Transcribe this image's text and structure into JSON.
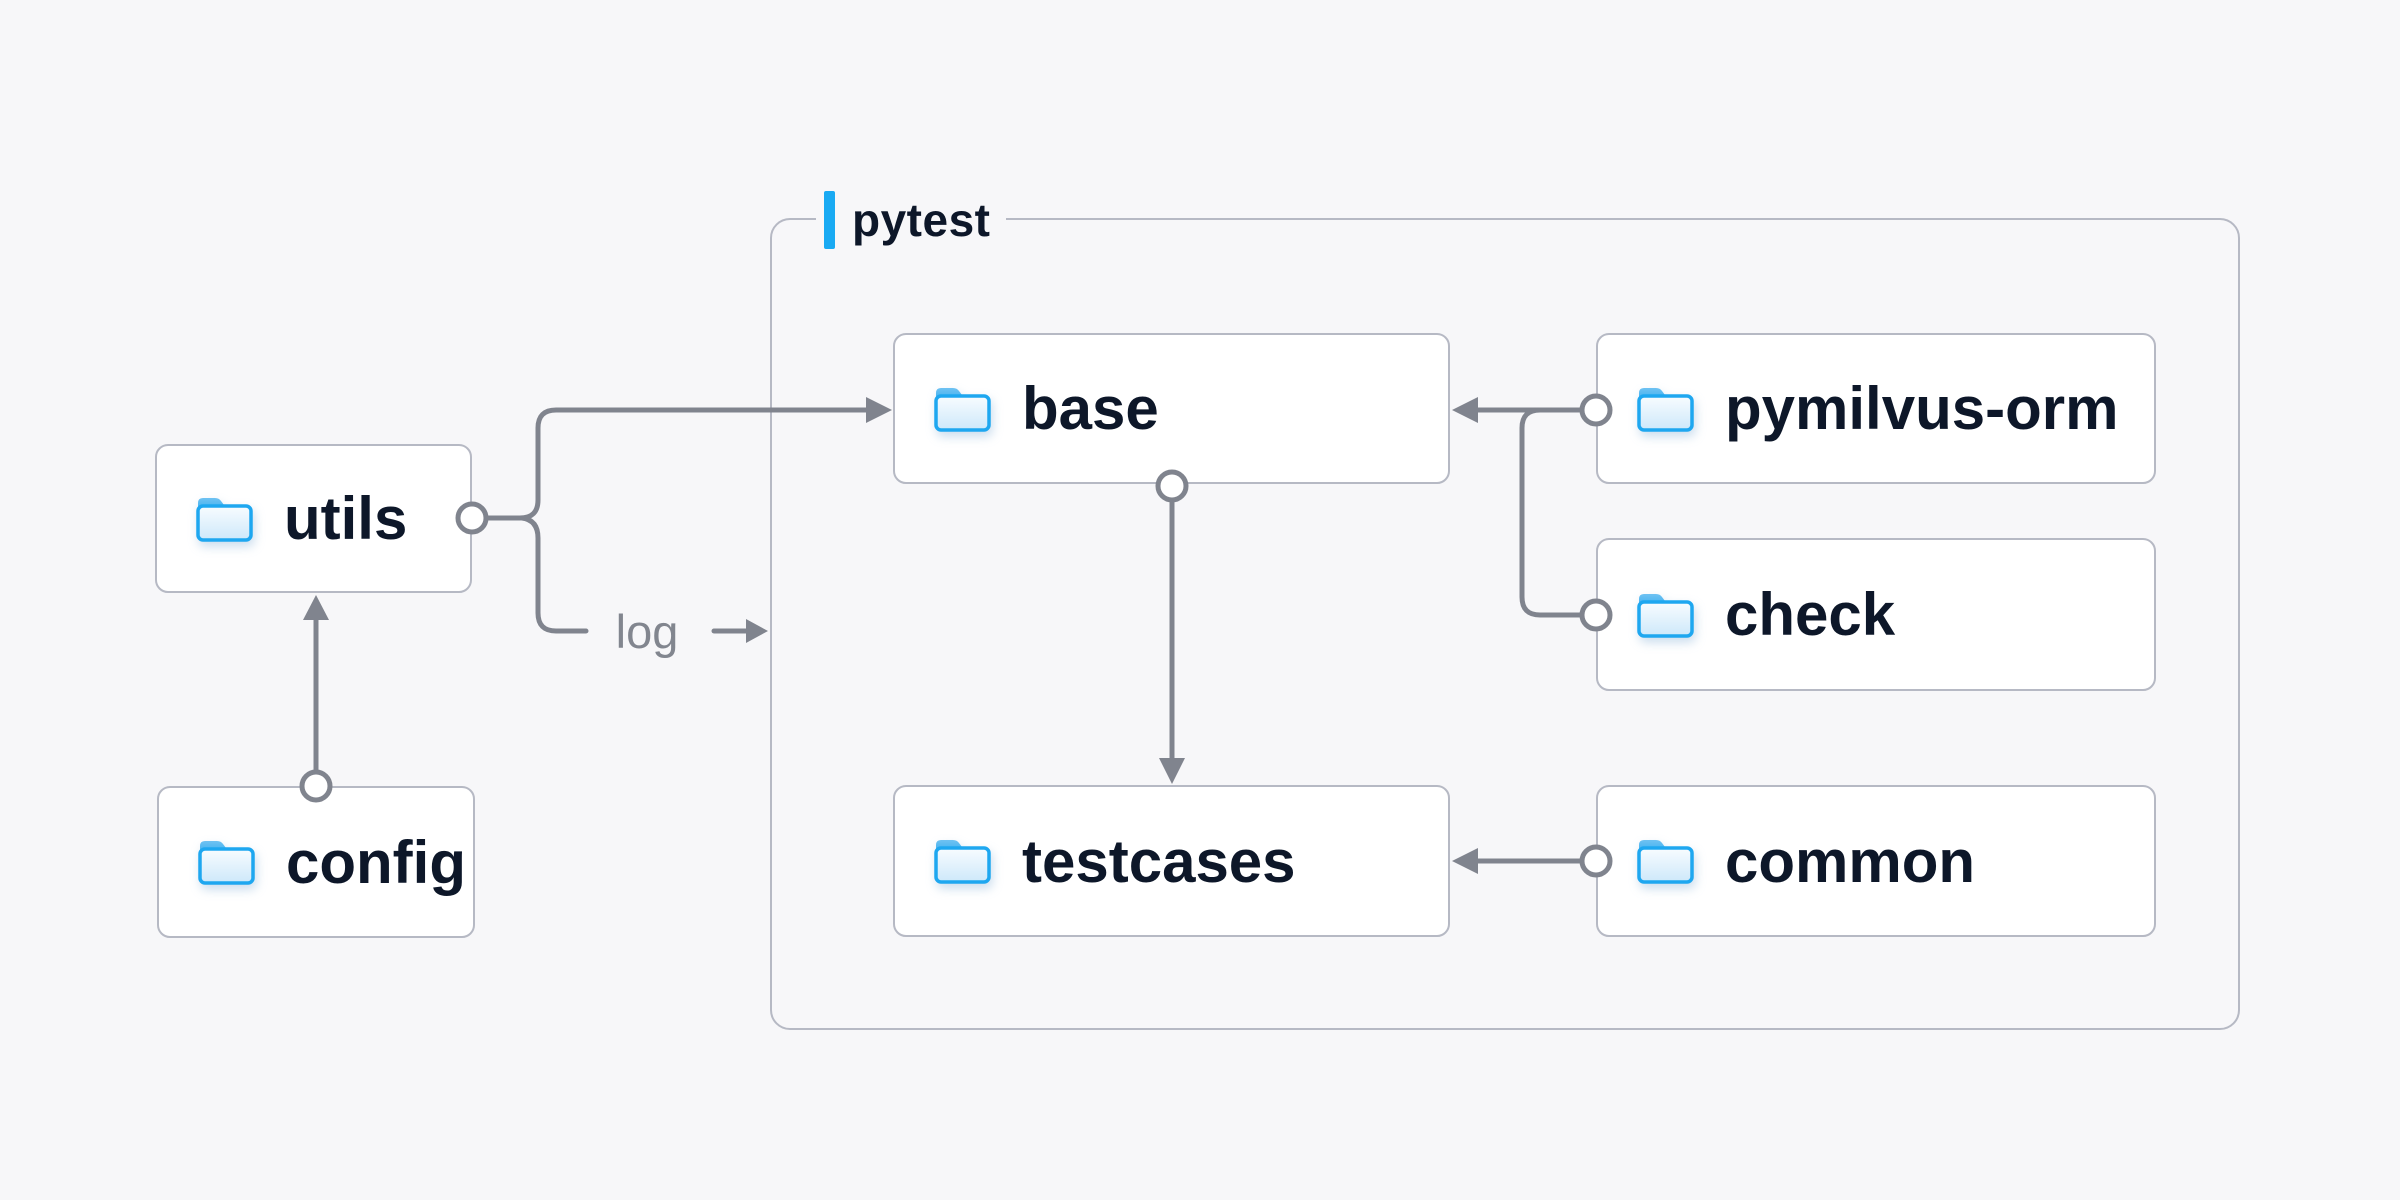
{
  "diagram": {
    "group": {
      "label": "pytest",
      "accent_color": "#19aaf3"
    },
    "nodes": {
      "utils": {
        "label": "utils"
      },
      "config": {
        "label": "config"
      },
      "base": {
        "label": "base"
      },
      "testcases": {
        "label": "testcases"
      },
      "pymilvus_orm": {
        "label": "pymilvus-orm"
      },
      "check": {
        "label": "check"
      },
      "common": {
        "label": "common"
      }
    },
    "edge_labels": {
      "log": "log"
    },
    "colors": {
      "canvas_background": "#f7f7f9",
      "node_background": "#ffffff",
      "node_border": "#b6b9c4",
      "node_text": "#0d1729",
      "connector": "#80848e",
      "edge_label_text": "#82868f",
      "folder_blue": "#1ea7f0",
      "group_accent": "#19aaf3"
    }
  }
}
